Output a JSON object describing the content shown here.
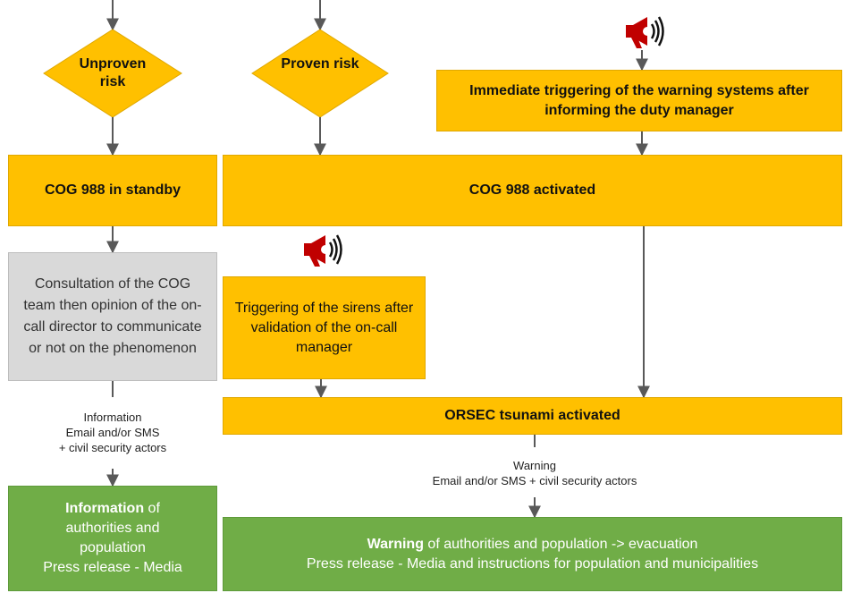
{
  "decisions": {
    "unproven": "Unproven risk",
    "proven": "Proven risk"
  },
  "boxes": {
    "immediate": "Immediate triggering of the warning systems after informing the duty manager",
    "standby": "COG 988 in standby",
    "activated": "COG 988 activated",
    "consultation": "Consultation of the COG team then opinion of the on-call director to communicate or not on the phenomenon",
    "sirens": "Triggering of the sirens after validation of the on-call manager",
    "orsec": "ORSEC tsunami activated"
  },
  "labels": {
    "info_title": "Information",
    "info_channels": "Email and/or SMS",
    "info_actors": "+ civil security actors",
    "warning_title": "Warning",
    "warning_channels": "Email and/or SMS + civil security actors"
  },
  "outputs": {
    "left_bold": "Information",
    "left_rest": " of",
    "left_line2": "authorities and",
    "left_line3": "population",
    "left_line4": "Press release - Media",
    "right_bold": "Warning",
    "right_rest": " of authorities and population -> evacuation",
    "right_line2": "Press release - Media and instructions for population and municipalities"
  },
  "icons": [
    "megaphone-icon",
    "megaphone-icon"
  ],
  "colors": {
    "orange": "#ffc000",
    "gray": "#d9d9d9",
    "green": "#70ad47",
    "arrow": "#595959"
  }
}
